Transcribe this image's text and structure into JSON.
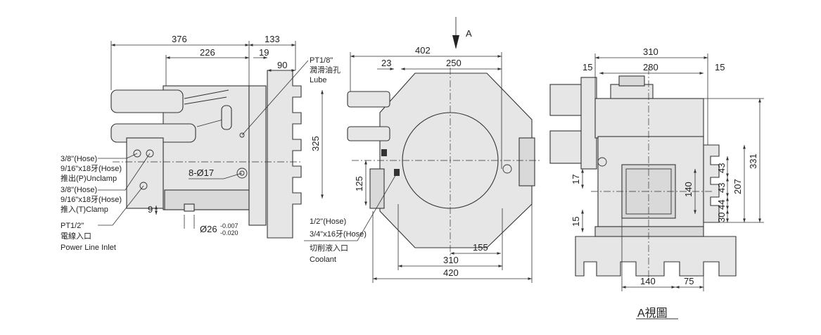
{
  "side_view": {
    "dimensions": {
      "overall_length": "376",
      "right_offset": "133",
      "inner_length": "226",
      "flange_offset": "19",
      "flange_width": "90",
      "bottom_offset": "9",
      "bolt_holes": "8-Ø17",
      "shaft_dia": "Ø26",
      "shaft_tol_upper": "-0.007",
      "shaft_tol_lower": "-0.020"
    },
    "callouts": {
      "unclamp_hose": "3/8\"(Hose)",
      "unclamp_thread": "9/16\"x18牙(Hose)",
      "unclamp_label": "推出(P)Unclamp",
      "clamp_hose": "3/8\"(Hose)",
      "clamp_thread": "9/16\"x18牙(Hose)",
      "clamp_label": "推入(T)Clamp",
      "power_size": "PT1/2\"",
      "power_zh": "電線入口",
      "power_en": "Power Line Inlet"
    }
  },
  "front_view": {
    "view_arrow": "A",
    "dimensions": {
      "overall_top": "402",
      "offset_23": "23",
      "table_250": "250",
      "height_325": "325",
      "height_125": "125",
      "bottom_155": "155",
      "bottom_310": "310",
      "bottom_420": "420"
    },
    "callouts": {
      "lube_size": "PT1/8\"",
      "lube_zh": "潤滑油孔",
      "lube_en": "Lube",
      "coolant_hose": "1/2\"(Hose)",
      "coolant_thread": "3/4\"x16牙(Hose)",
      "coolant_zh": "切削液入口",
      "coolant_en": "Coolant"
    }
  },
  "a_view": {
    "title": "A視圖",
    "dimensions": {
      "overall_top": "310",
      "left_15": "15",
      "inner_280": "280",
      "right_15": "15",
      "height_331": "331",
      "height_207": "207",
      "height_140": "140",
      "step_43a": "43",
      "step_43b": "43",
      "step_44": "44",
      "step_30": "30",
      "left_17": "17",
      "left_15b": "15",
      "bottom_140": "140",
      "bottom_75": "75"
    }
  }
}
